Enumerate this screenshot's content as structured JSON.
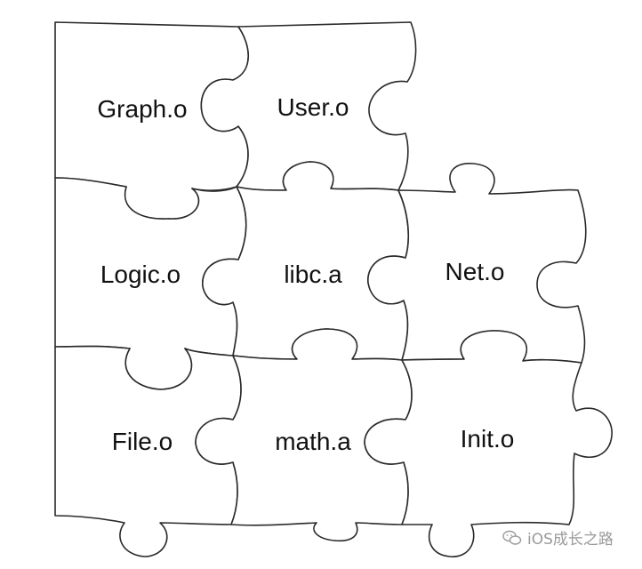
{
  "pieces": {
    "graph": "Graph.o",
    "user": "User.o",
    "logic": "Logic.o",
    "libc": "libc.a",
    "net": "Net.o",
    "file": "File.o",
    "math": "math.a",
    "init": "Init.o"
  },
  "watermark": {
    "text": "iOS成长之路",
    "icon": "wechat-bubble-icon"
  }
}
